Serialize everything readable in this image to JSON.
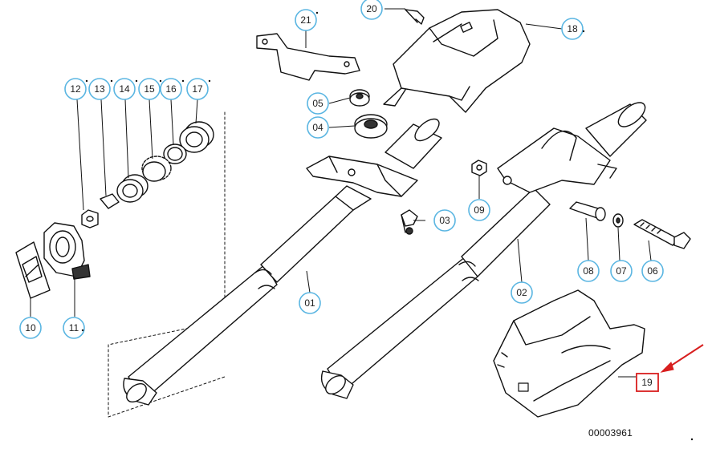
{
  "diagram": {
    "reference_code": "00003961",
    "colors": {
      "callout_ring": "#5bb6e2",
      "highlight": "#d81f1f",
      "part_outline": "#111111",
      "part_fill": "#ffffff"
    },
    "callouts": [
      {
        "id": "c01",
        "label": "01"
      },
      {
        "id": "c02",
        "label": "02"
      },
      {
        "id": "c03",
        "label": "03"
      },
      {
        "id": "c04",
        "label": "04"
      },
      {
        "id": "c05",
        "label": "05"
      },
      {
        "id": "c06",
        "label": "06"
      },
      {
        "id": "c07",
        "label": "07"
      },
      {
        "id": "c08",
        "label": "08"
      },
      {
        "id": "c09",
        "label": "09"
      },
      {
        "id": "c10",
        "label": "10"
      },
      {
        "id": "c11",
        "label": "11"
      },
      {
        "id": "c12",
        "label": "12"
      },
      {
        "id": "c13",
        "label": "13"
      },
      {
        "id": "c14",
        "label": "14"
      },
      {
        "id": "c15",
        "label": "15"
      },
      {
        "id": "c16",
        "label": "16"
      },
      {
        "id": "c17",
        "label": "17"
      },
      {
        "id": "c18",
        "label": "18"
      },
      {
        "id": "c20",
        "label": "20"
      },
      {
        "id": "c21",
        "label": "21"
      }
    ],
    "highlighted_callout": {
      "label": "19",
      "icon": "arrow-icon"
    }
  }
}
